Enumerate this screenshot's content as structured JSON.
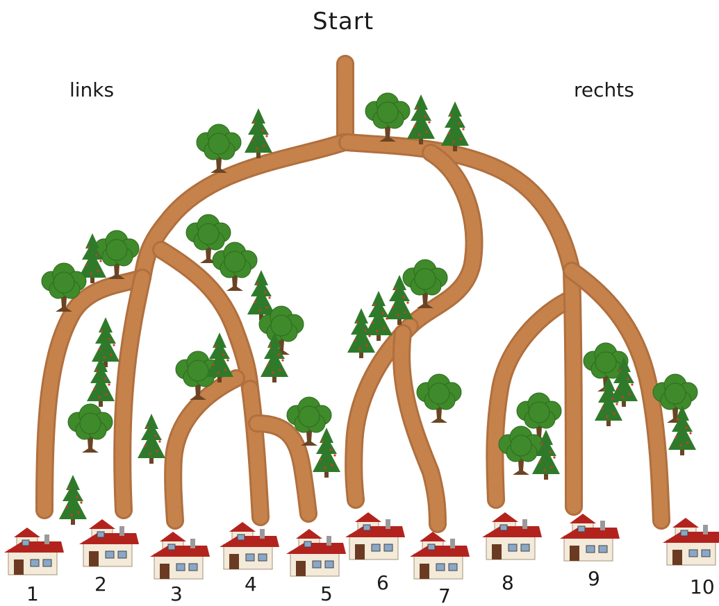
{
  "title": "Start",
  "directions": {
    "left": "links",
    "right": "rechts"
  },
  "houses": [
    "1",
    "2",
    "3",
    "4",
    "5",
    "6",
    "7",
    "8",
    "9",
    "10"
  ],
  "icons": {
    "tree": "oak-tree-icon",
    "pine": "pine-tree-icon",
    "house": "house-icon"
  },
  "colors": {
    "path": "#c77a42",
    "path_dark": "#a85d2c",
    "oak": "#3f8a2a",
    "pine": "#2f7a2a",
    "trunk": "#6b4424",
    "roof": "#b3231d",
    "wall": "#f3ead9"
  }
}
